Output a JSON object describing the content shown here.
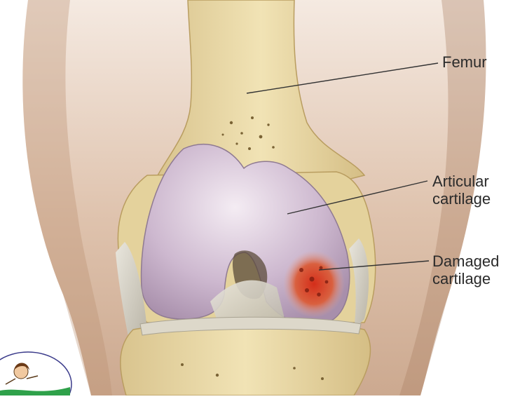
{
  "labels": {
    "femur": "Femur",
    "articular": [
      "Articular",
      "cartilage"
    ],
    "damaged": [
      "Damaged",
      "cartilage"
    ]
  },
  "colors": {
    "background": "#ffffff",
    "skin": "#c9a58a",
    "bone": "#e9d9a6",
    "cartilage": "#c9b3cc",
    "damage": "#cc3a22",
    "ligament": "#d6d2c6",
    "leader_line": "#333333",
    "label_text": "#2b2b2b"
  }
}
